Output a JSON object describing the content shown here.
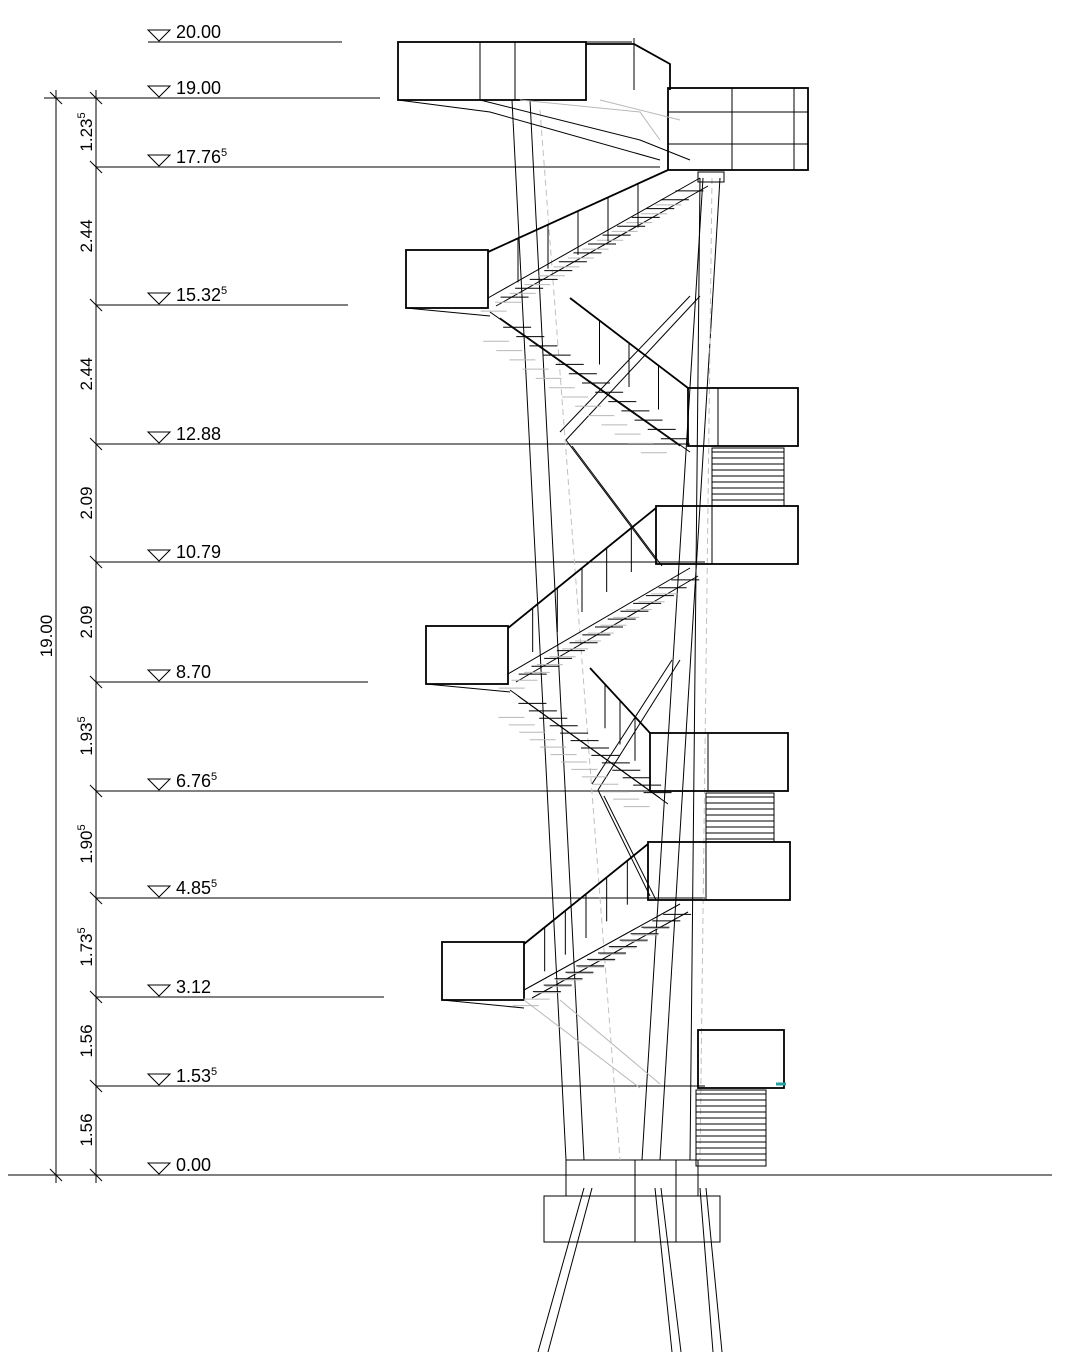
{
  "levels": [
    {
      "main": "20.00",
      "sup": ""
    },
    {
      "main": "19.00",
      "sup": ""
    },
    {
      "main": "17.76",
      "sup": "5"
    },
    {
      "main": "15.32",
      "sup": "5"
    },
    {
      "main": "12.88",
      "sup": ""
    },
    {
      "main": "10.79",
      "sup": ""
    },
    {
      "main": "8.70",
      "sup": ""
    },
    {
      "main": "6.76",
      "sup": "5"
    },
    {
      "main": "4.85",
      "sup": "5"
    },
    {
      "main": "3.12",
      "sup": ""
    },
    {
      "main": "1.53",
      "sup": "5"
    },
    {
      "main": "0.00",
      "sup": ""
    }
  ],
  "segments": [
    {
      "main": "1.23",
      "sup": "5"
    },
    {
      "main": "2.44",
      "sup": ""
    },
    {
      "main": "2.44",
      "sup": ""
    },
    {
      "main": "2.09",
      "sup": ""
    },
    {
      "main": "2.09",
      "sup": ""
    },
    {
      "main": "1.93",
      "sup": "5"
    },
    {
      "main": "1.90",
      "sup": "5"
    },
    {
      "main": "1.73",
      "sup": "5"
    },
    {
      "main": "1.56",
      "sup": ""
    },
    {
      "main": "1.56",
      "sup": ""
    }
  ],
  "total_height": {
    "main": "19.00",
    "sup": ""
  }
}
